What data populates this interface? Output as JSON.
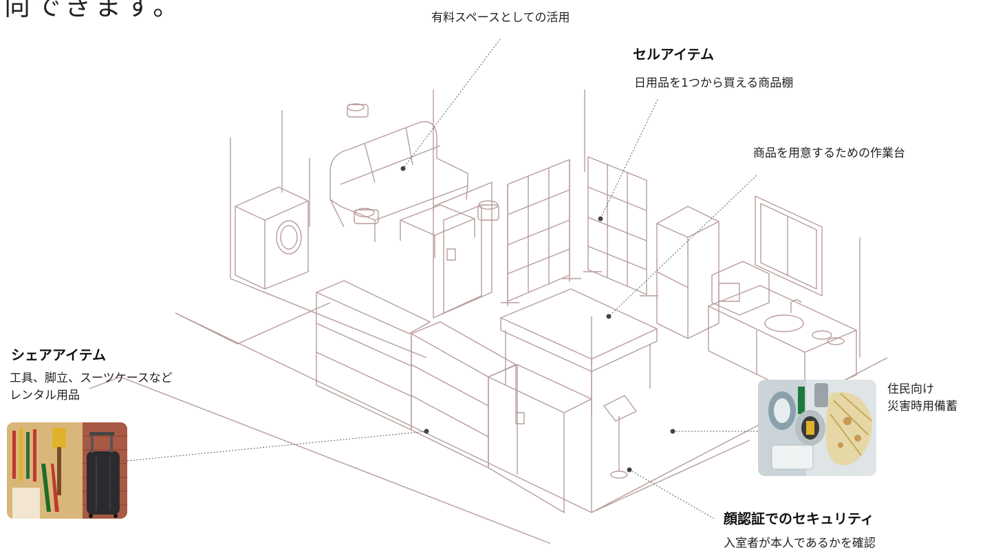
{
  "header": {
    "fragment": "向できます。"
  },
  "callouts": {
    "paid_space": "有料スペースとしての活用",
    "cell_item": {
      "title": "セルアイテム",
      "desc": "日用品を1つから買える商品棚"
    },
    "workbench": "商品を用意するための作業台",
    "share_item": {
      "title": "シェアアイテム",
      "desc": "工具、脚立、スーツケースなど\nレンタル用品"
    },
    "disaster": {
      "desc": "住民向け\n災害時用備蓄"
    },
    "security": {
      "title": "顔認証でのセキュリティ",
      "desc": "入室者が本人であるかを確認"
    }
  },
  "colors": {
    "line": "#b89a9a",
    "leader": "#555555",
    "text": "#1a1a1a"
  },
  "images": {
    "tools_photo": "tools-and-suitcase-photo",
    "disaster_photo": "disaster-supplies-photo"
  }
}
